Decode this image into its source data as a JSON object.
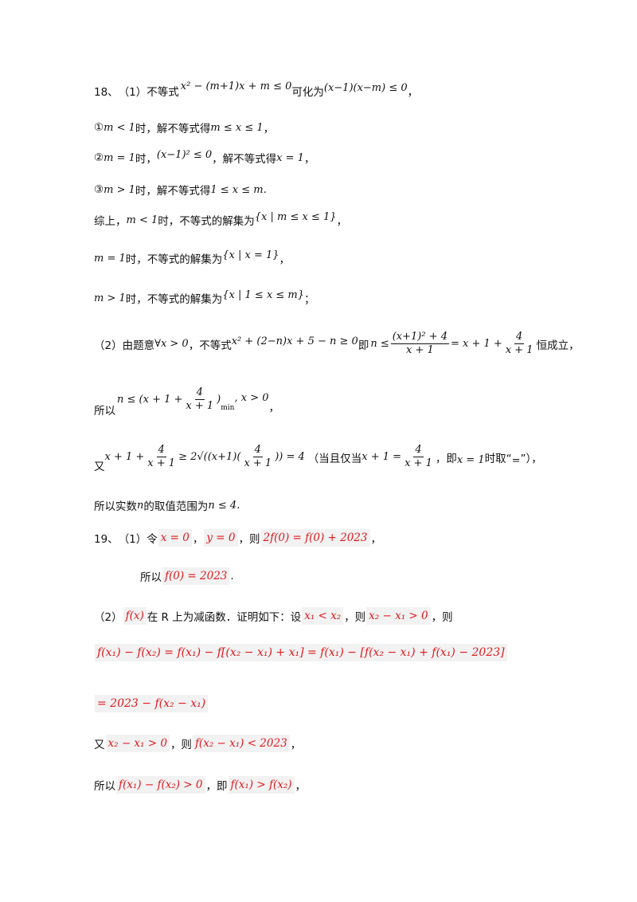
{
  "q18": {
    "number": "18、",
    "p1_label": "（1）不等式",
    "ineq1": "x² − (m+1)x + m ≤ 0",
    "p1_text2": "可化为",
    "ineq1b": "(x−1)(x−m) ≤ 0",
    "comma": "，",
    "case1_mark": "①",
    "case1_cond": "m < 1",
    "case1_text1": "时，解不等式得",
    "case1_res": "m ≤ x ≤ 1",
    "case2_mark": "②",
    "case2_cond": "m = 1",
    "case2_text1": "时，",
    "case2_expr": "(x−1)² ≤ 0",
    "case2_text2": "，解不等式得",
    "case2_res": "x = 1",
    "case3_mark": "③",
    "case3_cond": "m > 1",
    "case3_text1": "时，解不等式得",
    "case3_res": "1 ≤ x ≤ m",
    "period": ".",
    "sum_label": "综上，",
    "sum1_cond": "m < 1",
    "sum_text": "时，不等式的解集为",
    "sum1_set": "{x | m ≤ x ≤ 1}",
    "sum2_cond": "m = 1",
    "sum2_set": "{x | x = 1}",
    "sum3_cond": "m > 1",
    "sum3_set": "{x | 1 ≤ x ≤ m}",
    "semicolon": "；",
    "p2_label": "（2）由题意",
    "p2_forall": "∀x > 0",
    "p2_text2": "，不等式",
    "p2_ineq": "x² + (2−n)x + 5 − n ≥ 0",
    "p2_text3": "即",
    "p2_n_le": "n ≤",
    "p2_frac1_num": "(x+1)² + 4",
    "p2_frac1_den": "x + 1",
    "p2_eq": "= x + 1 +",
    "p2_frac2_num": "4",
    "p2_frac2_den": "x + 1",
    "p2_text4": "恒成立，",
    "p2_so": "所以",
    "p2_min_pre": "n ≤ (x + 1 +",
    "p2_min_post": ")",
    "p2_min_sub": "min",
    "p2_min_cond": ", x > 0",
    "p2_also": "又",
    "p2_am_pre": "x + 1 +",
    "p2_am_mid": "≥ 2√((x+1)(",
    "p2_am_post": ")) = 4",
    "p2_paren1": "（当且仅当",
    "p2_eqcond": "x + 1 =",
    "p2_paren2": "，即",
    "p2_x1": "x = 1",
    "p2_paren3": "时取“",
    "p2_eqsign": "=",
    "p2_paren4": "”），",
    "p2_final1": "所以实数",
    "p2_final_n": "n",
    "p2_final2": "的取值范围为",
    "p2_final_res": "n ≤ 4"
  },
  "q19": {
    "number": "19、",
    "p1_label": "（1）令",
    "x0": "x = 0",
    "y0": "y = 0",
    "then": "，则",
    "eq1": "2f(0) = f(0) + 2023",
    "so": "所以",
    "res1": "f(0) = 2023",
    "p2_label": "（2）",
    "fx": "f(x)",
    "p2_text1": "在 R 上为减函数．证明如下：设",
    "x1ltx2": "x₁ < x₂",
    "diffpos": "x₂ − x₁ > 0",
    "big_eq": "f(x₁) − f(x₂) = f(x₁) − f[(x₂ − x₁) + x₁] = f(x₁) − [f(x₂ − x₁) + f(x₁) − 2023]",
    "big_eq2": "= 2023 − f(x₂ − x₁)",
    "also": "又",
    "diffpos2": "x₂ − x₁ > 0",
    "lt2023": "f(x₂ − x₁) < 2023",
    "comma": "，",
    "then2": "，则",
    "ie": "，即",
    "diff_gt0": "f(x₁) − f(x₂) > 0",
    "fx1gtfx2": "f(x₁) > f(x₂)",
    "period": "."
  }
}
